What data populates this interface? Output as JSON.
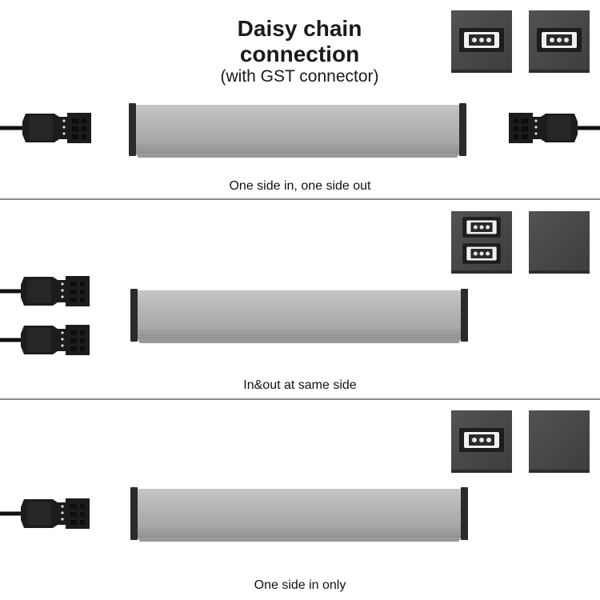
{
  "header": {
    "title": "Daisy chain connection",
    "subtitle": "(with GST connector)"
  },
  "sections": [
    {
      "caption": "One side in, one side out"
    },
    {
      "caption": "In&out at same side"
    },
    {
      "caption": "One side in only"
    }
  ],
  "colors": {
    "profile": "#b4b2b2",
    "end_cap": "#2b2b2b",
    "socket_face": "#4a4a4a",
    "connector": "#1c1c1c",
    "divider": "#8a8a8a"
  },
  "icons": [
    "gst-male-connector-icon",
    "gst-female-connector-icon",
    "end-cap-socket-icon",
    "blank-end-cap-icon"
  ]
}
